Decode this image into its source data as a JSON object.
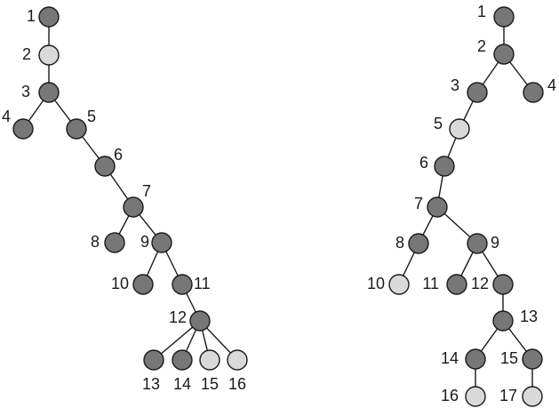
{
  "colors": {
    "dark": "#777777",
    "light": "#d9d9d9",
    "stroke": "#1a1a1a"
  },
  "trees": [
    {
      "nodes": [
        {
          "id": "1",
          "label": "1",
          "fill": "dark"
        },
        {
          "id": "2",
          "label": "2",
          "fill": "light"
        },
        {
          "id": "3",
          "label": "3",
          "fill": "dark"
        },
        {
          "id": "4",
          "label": "4",
          "fill": "dark"
        },
        {
          "id": "5",
          "label": "5",
          "fill": "dark"
        },
        {
          "id": "6",
          "label": "6",
          "fill": "dark"
        },
        {
          "id": "7",
          "label": "7",
          "fill": "dark"
        },
        {
          "id": "8",
          "label": "8",
          "fill": "dark"
        },
        {
          "id": "9",
          "label": "9",
          "fill": "dark"
        },
        {
          "id": "10",
          "label": "10",
          "fill": "dark"
        },
        {
          "id": "11",
          "label": "11",
          "fill": "dark"
        },
        {
          "id": "12",
          "label": "12",
          "fill": "dark"
        },
        {
          "id": "13",
          "label": "13",
          "fill": "dark"
        },
        {
          "id": "14",
          "label": "14",
          "fill": "dark"
        },
        {
          "id": "15",
          "label": "15",
          "fill": "light"
        },
        {
          "id": "16",
          "label": "16",
          "fill": "light"
        }
      ],
      "edges": [
        [
          "1",
          "2"
        ],
        [
          "2",
          "3"
        ],
        [
          "3",
          "4"
        ],
        [
          "3",
          "5"
        ],
        [
          "5",
          "6"
        ],
        [
          "6",
          "7"
        ],
        [
          "7",
          "8"
        ],
        [
          "7",
          "9"
        ],
        [
          "9",
          "10"
        ],
        [
          "9",
          "11"
        ],
        [
          "11",
          "12"
        ],
        [
          "12",
          "13"
        ],
        [
          "12",
          "14"
        ],
        [
          "12",
          "15"
        ],
        [
          "12",
          "16"
        ]
      ]
    },
    {
      "nodes": [
        {
          "id": "1",
          "label": "1",
          "fill": "dark"
        },
        {
          "id": "2",
          "label": "2",
          "fill": "dark"
        },
        {
          "id": "3",
          "label": "3",
          "fill": "dark"
        },
        {
          "id": "4",
          "label": "4",
          "fill": "dark"
        },
        {
          "id": "5",
          "label": "5",
          "fill": "light"
        },
        {
          "id": "6",
          "label": "6",
          "fill": "dark"
        },
        {
          "id": "7",
          "label": "7",
          "fill": "dark"
        },
        {
          "id": "8",
          "label": "8",
          "fill": "dark"
        },
        {
          "id": "9",
          "label": "9",
          "fill": "dark"
        },
        {
          "id": "10",
          "label": "10",
          "fill": "light"
        },
        {
          "id": "11",
          "label": "11",
          "fill": "dark"
        },
        {
          "id": "12",
          "label": "12",
          "fill": "dark"
        },
        {
          "id": "13",
          "label": "13",
          "fill": "dark"
        },
        {
          "id": "14",
          "label": "14",
          "fill": "dark"
        },
        {
          "id": "15",
          "label": "15",
          "fill": "dark"
        },
        {
          "id": "16",
          "label": "16",
          "fill": "light"
        },
        {
          "id": "17",
          "label": "17",
          "fill": "light"
        }
      ],
      "edges": [
        [
          "1",
          "2"
        ],
        [
          "2",
          "3"
        ],
        [
          "2",
          "4"
        ],
        [
          "3",
          "5"
        ],
        [
          "5",
          "6"
        ],
        [
          "6",
          "7"
        ],
        [
          "7",
          "8"
        ],
        [
          "7",
          "9"
        ],
        [
          "8",
          "10"
        ],
        [
          "9",
          "11"
        ],
        [
          "9",
          "12"
        ],
        [
          "12",
          "13"
        ],
        [
          "13",
          "14"
        ],
        [
          "13",
          "15"
        ],
        [
          "14",
          "16"
        ],
        [
          "15",
          "17"
        ]
      ]
    }
  ]
}
